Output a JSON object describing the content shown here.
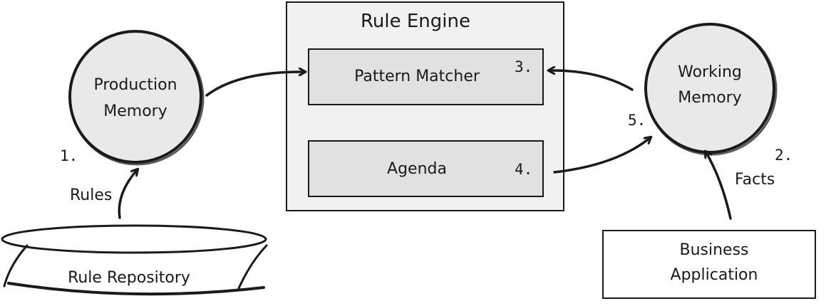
{
  "rule_engine": {
    "title": "Rule Engine",
    "pattern_matcher": "Pattern Matcher",
    "agenda": "Agenda"
  },
  "production_memory": {
    "line1": "Production",
    "line2": "Memory"
  },
  "working_memory": {
    "line1": "Working",
    "line2": "Memory"
  },
  "rule_repository": {
    "label": "Rule Repository"
  },
  "business_application": {
    "line1": "Business",
    "line2": "Application"
  },
  "labels": {
    "rules": "Rules",
    "facts": "Facts"
  },
  "steps": {
    "s1": "1.",
    "s2": "2.",
    "s3": "3.",
    "s4": "4.",
    "s5": "5."
  },
  "colors": {
    "engine_fill": "#f1f1f1",
    "box_fill": "#e1e1e1",
    "ink": "#1a1a1a",
    "circle_shadow": "#5a5a5a"
  }
}
